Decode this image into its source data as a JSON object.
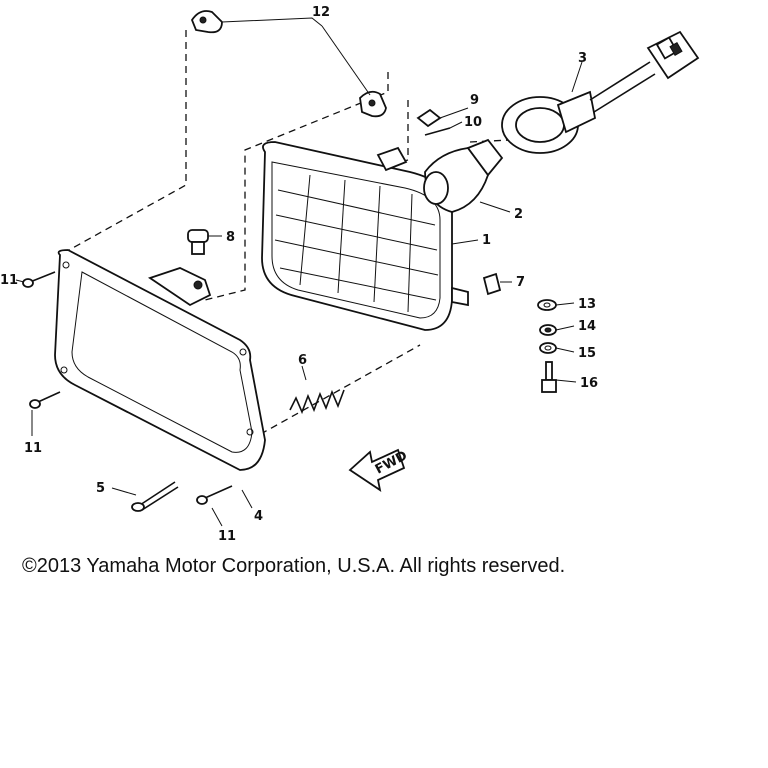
{
  "diagram": {
    "callouts": {
      "c1": "1",
      "c2": "2",
      "c3": "3",
      "c4": "4",
      "c5": "5",
      "c6": "6",
      "c7": "7",
      "c8": "8",
      "c9": "9",
      "c10": "10",
      "c11a": "11",
      "c11b": "11",
      "c11c": "11",
      "c12": "12",
      "c13": "13",
      "c14": "14",
      "c15": "15",
      "c16": "16"
    },
    "fwd_label": "FWD"
  },
  "footer": {
    "copyright": "©2013 Yamaha Motor Corporation, U.S.A. All rights reserved."
  }
}
